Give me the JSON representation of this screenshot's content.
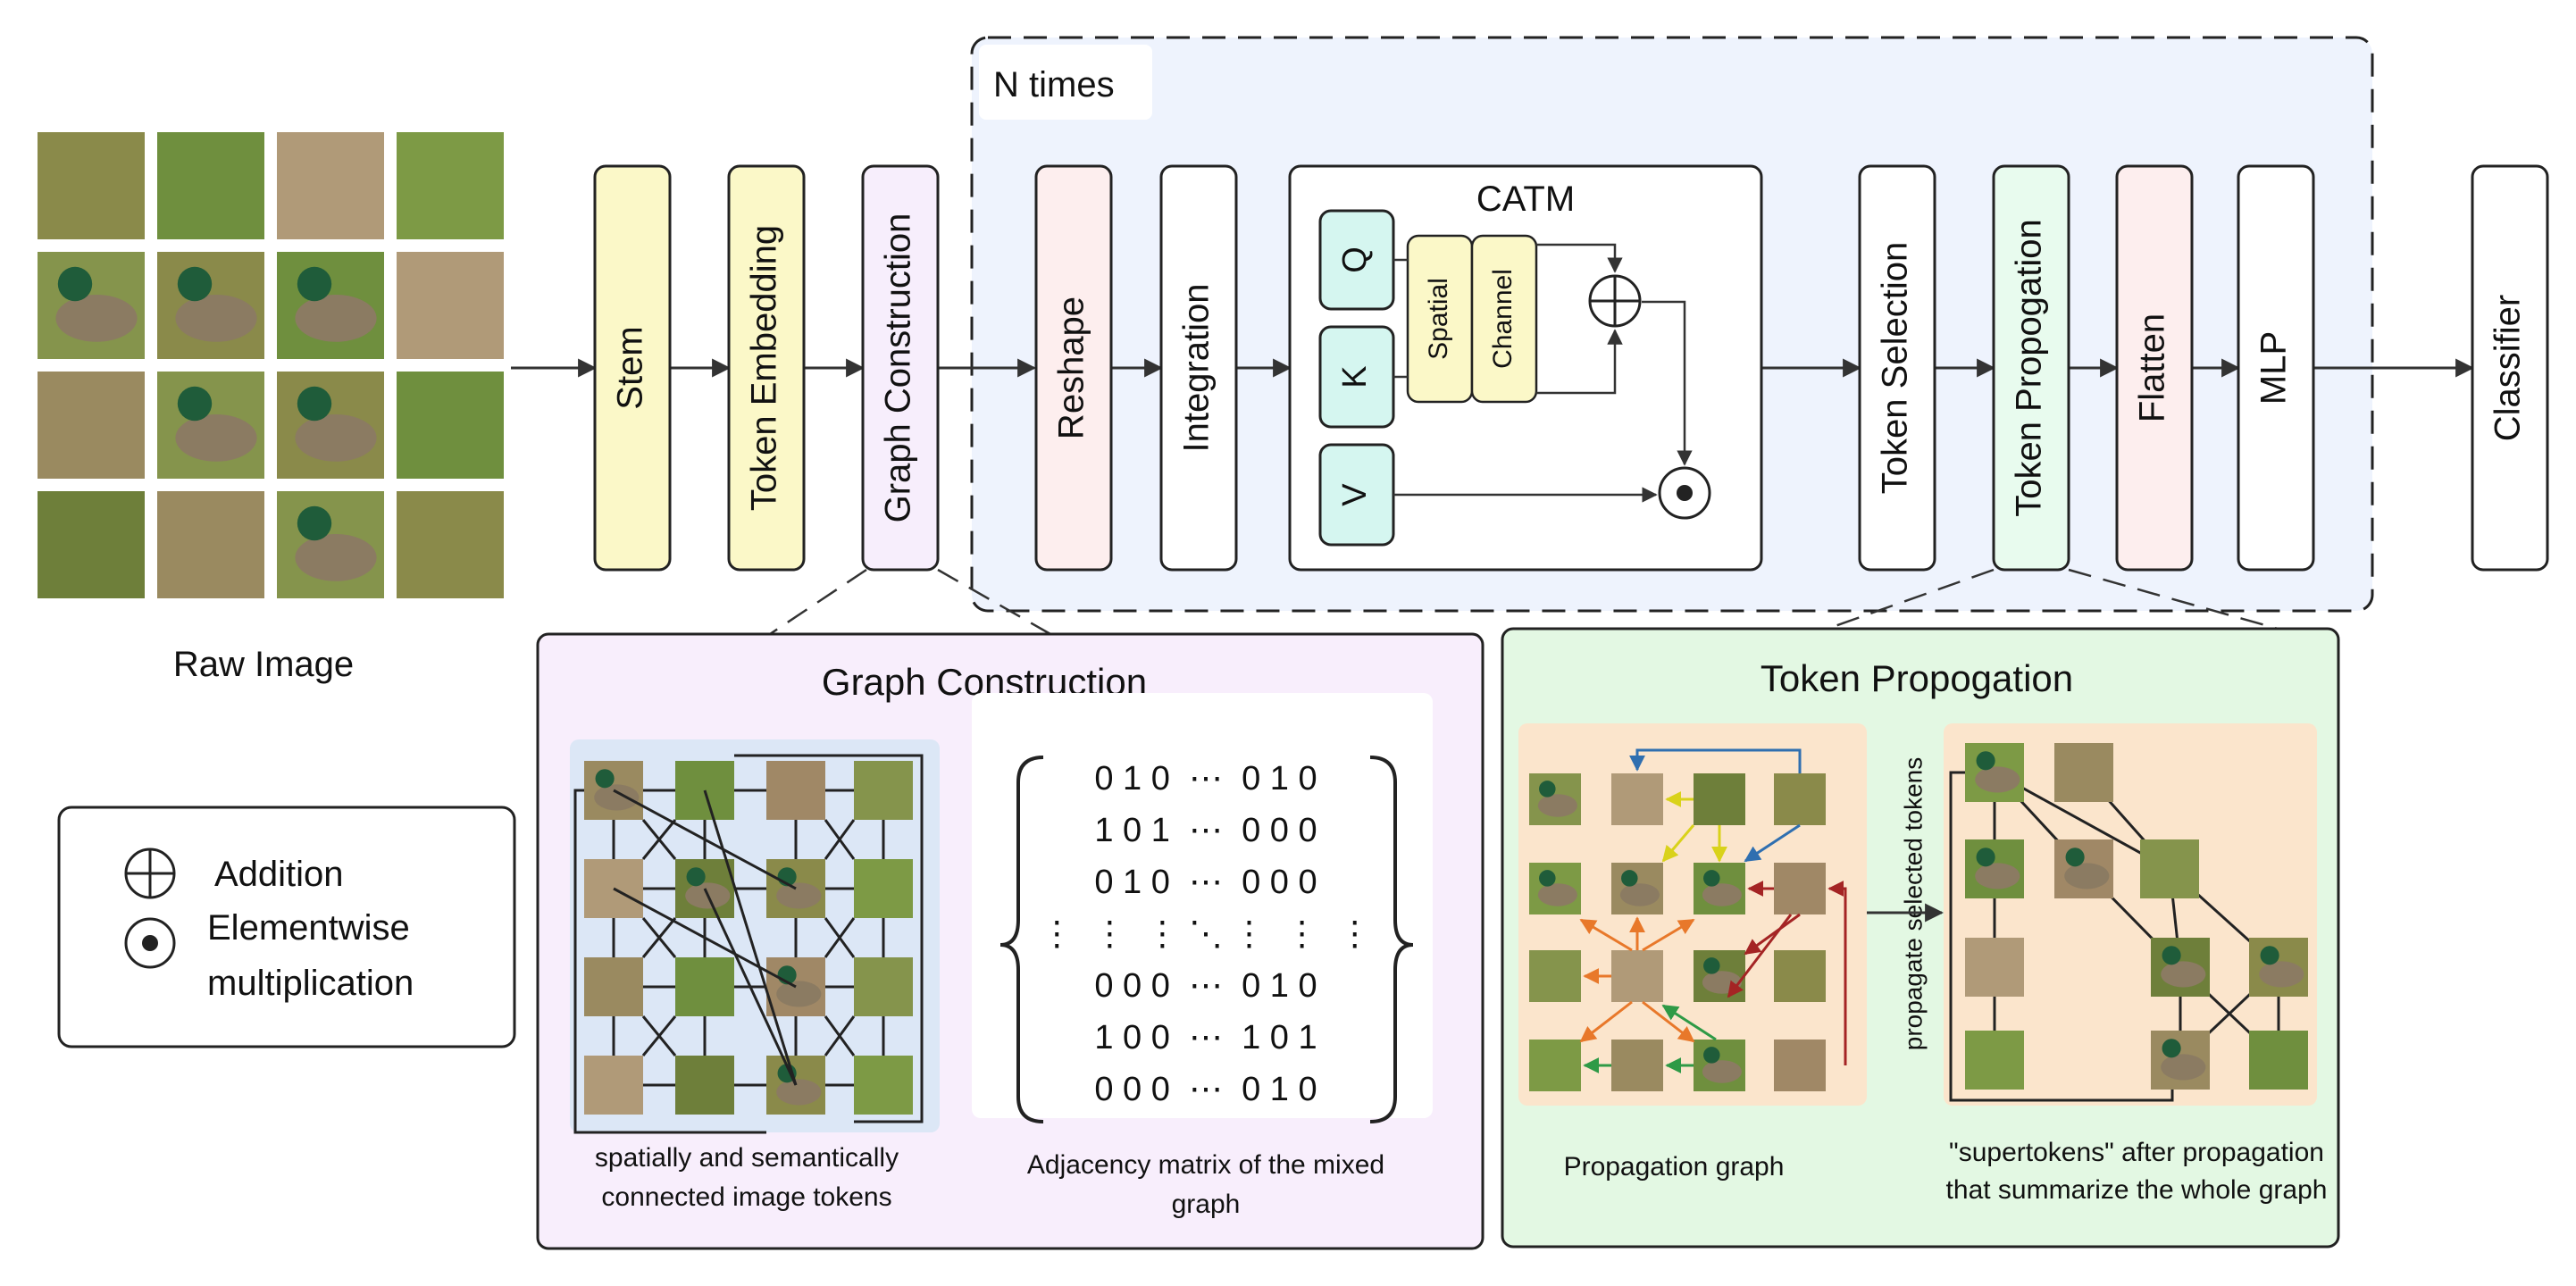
{
  "raw_image": {
    "label": "Raw Image"
  },
  "loop": {
    "label": "N times"
  },
  "blocks": {
    "stem": "Stem",
    "token_embedding": "Token Embedding",
    "graph_construction": "Graph Construction",
    "reshape": "Reshape",
    "integration": "Integration",
    "token_selection": "Token Selection",
    "token_propogation": "Token Propogation",
    "flatten": "Flatten",
    "mlp": "MLP",
    "classifier": "Classifier"
  },
  "catm": {
    "title": "CATM",
    "q": "Q",
    "k": "K",
    "v": "V",
    "spatial": "Spatial",
    "channel": "Channel"
  },
  "legend": {
    "addition": "Addition",
    "elementwise_line1": "Elementwise",
    "elementwise_line2": "multiplication"
  },
  "graph_panel": {
    "title": "Graph Construction",
    "caption_left_1": "spatially and semantically",
    "caption_left_2": "connected image tokens",
    "caption_right_1": "Adjacency matrix of the mixed",
    "caption_right_2": "graph",
    "matrix_rows": [
      "0 1 0  ⋯  0 1 0",
      "1 0 1  ⋯  0 0 0",
      "0 1 0  ⋯  0 0 0",
      "⋮  ⋮  ⋮ ⋱ ⋮  ⋮  ⋮",
      "0 0 0  ⋯  0 1 0",
      "1 0 0  ⋯  1 0 1",
      "0 0 0  ⋯  0 1 0"
    ]
  },
  "prop_panel": {
    "title": "Token Propogation",
    "arrow_label": "propagate selected tokens",
    "caption_left": "Propagation graph",
    "caption_right_1": "\"supertokens\" after propagation",
    "caption_right_2": "that summarize the whole graph"
  },
  "colors": {
    "yellow_block": "#fbf8c8",
    "pink_block": "#fdeeee",
    "lavender_block": "#f7eefc",
    "mint_block": "#e8fbee",
    "qkv": "#d5f6f0",
    "loop_bg": "#eef3fd",
    "graph_panel_bg": "#f8eefc",
    "prop_panel_bg": "#e3f8e3",
    "token_grid_bg": "#dce7f6",
    "prop_grid_bg": "#fbe5cc",
    "arrow_orange": "#e8782a",
    "arrow_green": "#2e9a46",
    "arrow_red": "#a42424",
    "arrow_blue": "#2f6fb0",
    "arrow_yellow": "#d9d21a"
  }
}
